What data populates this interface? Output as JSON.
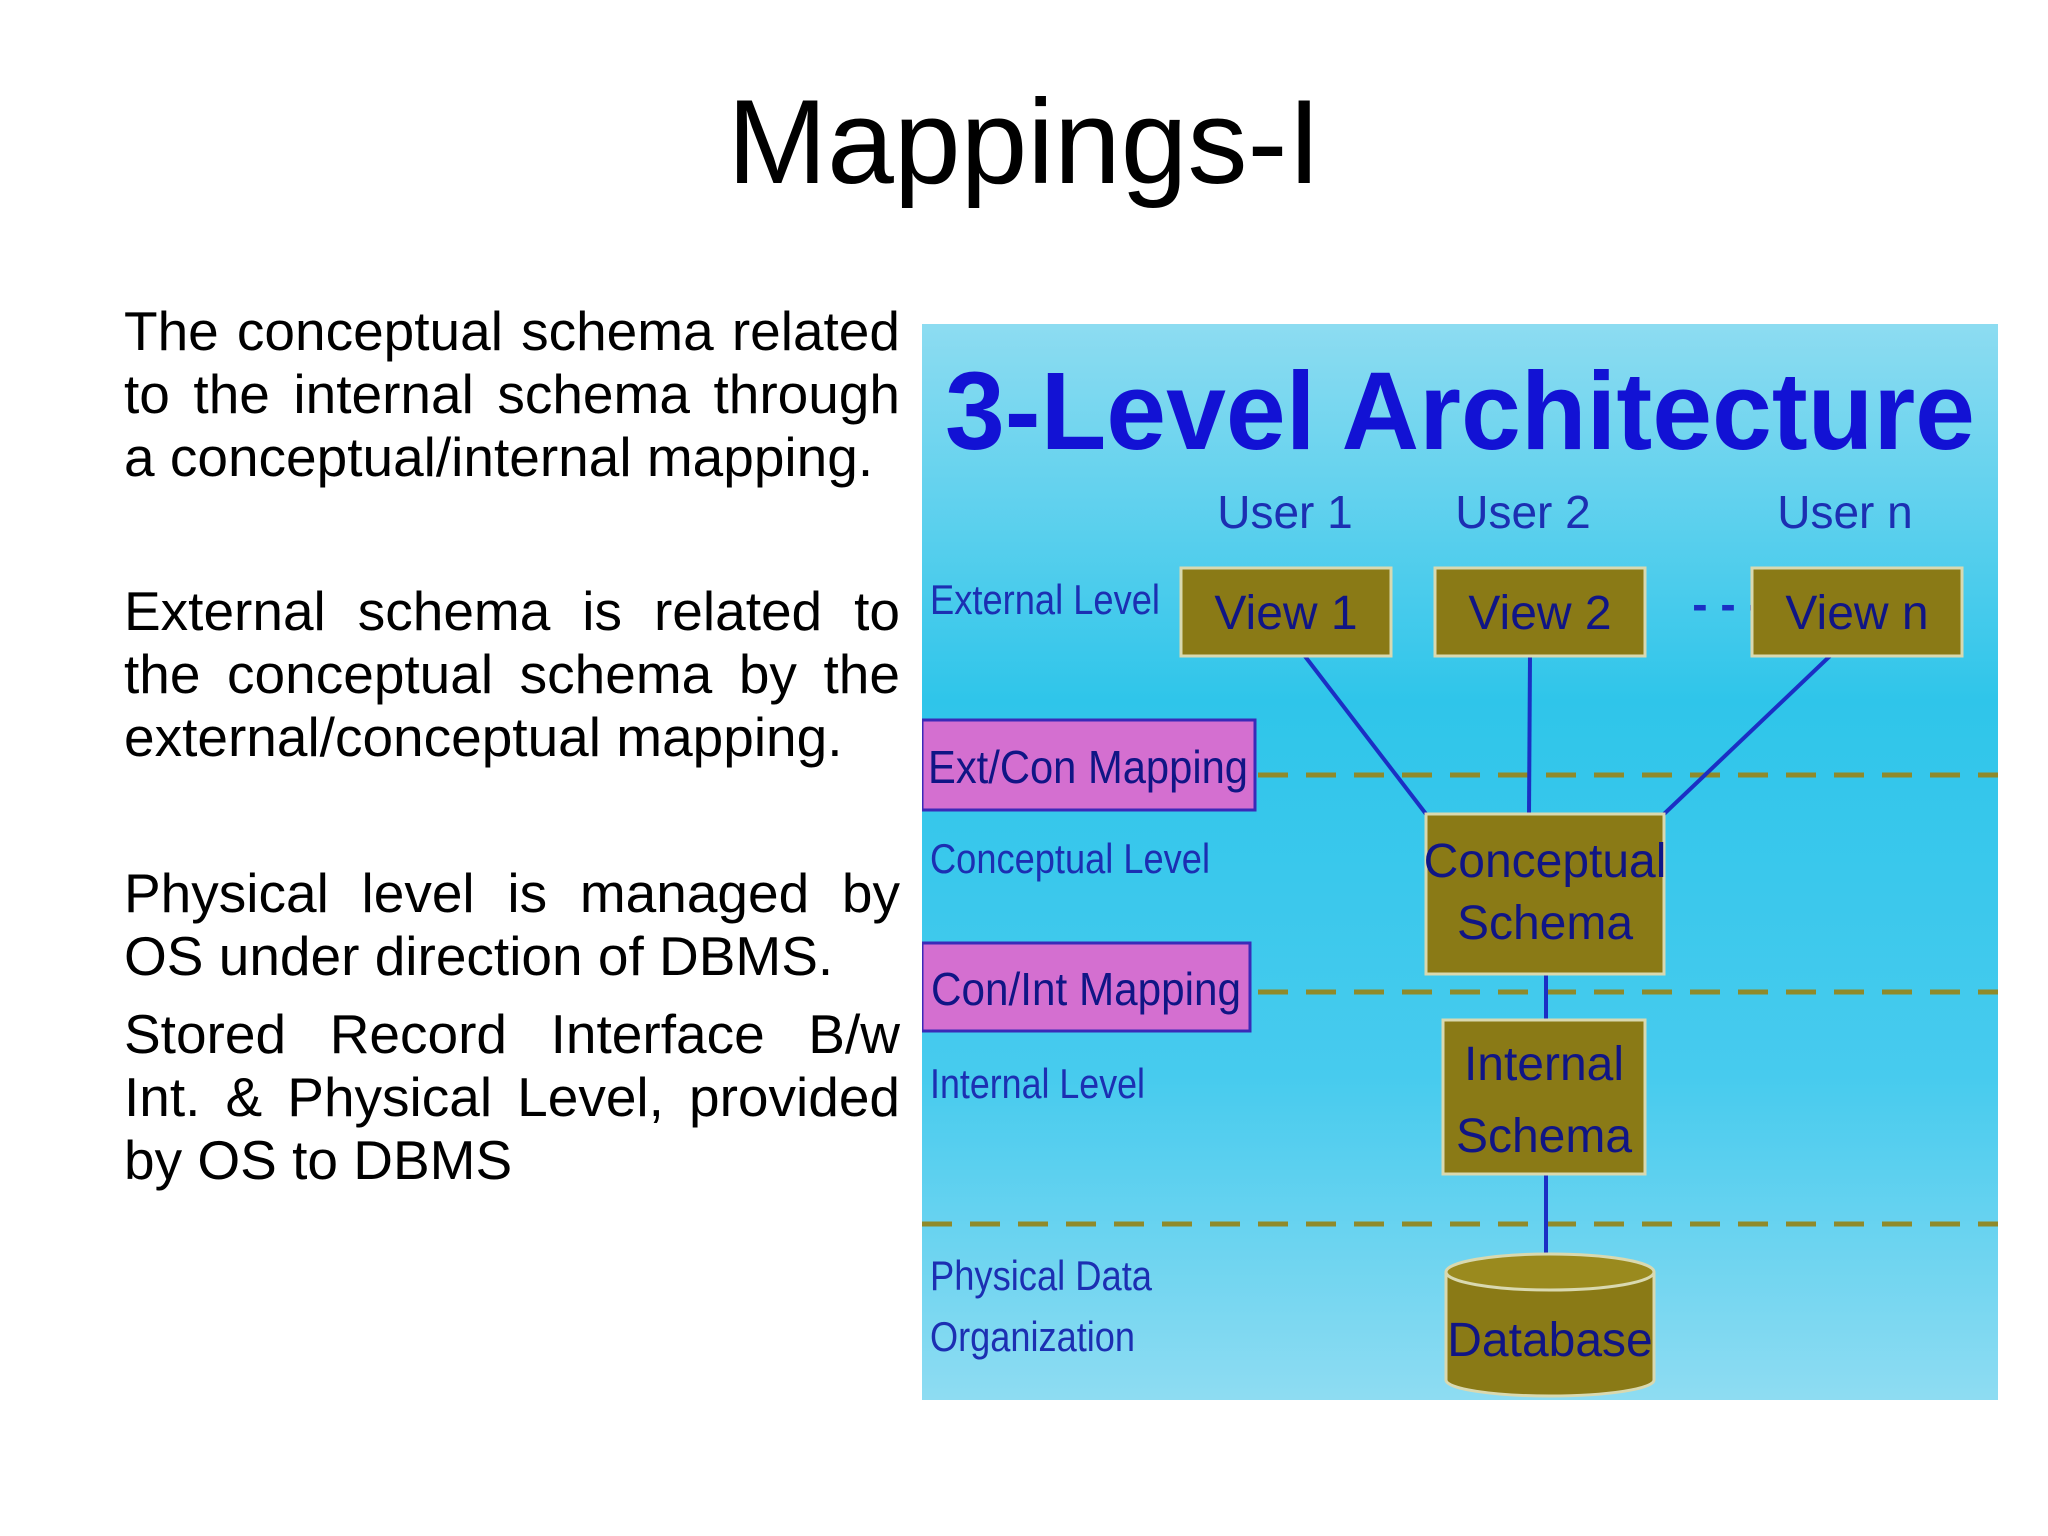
{
  "slide": {
    "title": "Mappings-I",
    "paragraphs": [
      "The conceptual schema related to the internal schema through a conceptual/internal mapping.",
      "External schema is related to the conceptual schema by the external/conceptual mapping.",
      "Physical level is managed by OS under direction of  DBMS.",
      "Stored Record Interface B/w Int. & Physical Level, provided by OS to DBMS"
    ]
  },
  "figure": {
    "heading": "3-Level Architecture",
    "users": [
      "User 1",
      "User 2",
      "User n"
    ],
    "views": [
      "View 1",
      "View 2",
      "View n"
    ],
    "ellipsis": "- - -",
    "levels": {
      "external": "External Level",
      "conceptual": "Conceptual Level",
      "internal": "Internal Level",
      "physical_line1": "Physical Data",
      "physical_line2": "Organization"
    },
    "mappings": {
      "ext_con": "Ext/Con Mapping",
      "con_int": "Con/Int Mapping"
    },
    "conceptual_schema": [
      "Conceptual",
      "Schema"
    ],
    "internal_schema": [
      "Internal",
      "Schema"
    ],
    "database": "Database",
    "colors": {
      "background_top": "#2ec4ea",
      "background_bottom": "#8ddcf1",
      "box_fill": "#8a7a16",
      "box_border": "#d9d9b0",
      "mapping_fill": "#d46fd0",
      "mapping_border": "#3a2ab8",
      "connector": "#1b2fc4",
      "dashed_line": "#8f8a2a",
      "heading": "#1212d4"
    }
  }
}
